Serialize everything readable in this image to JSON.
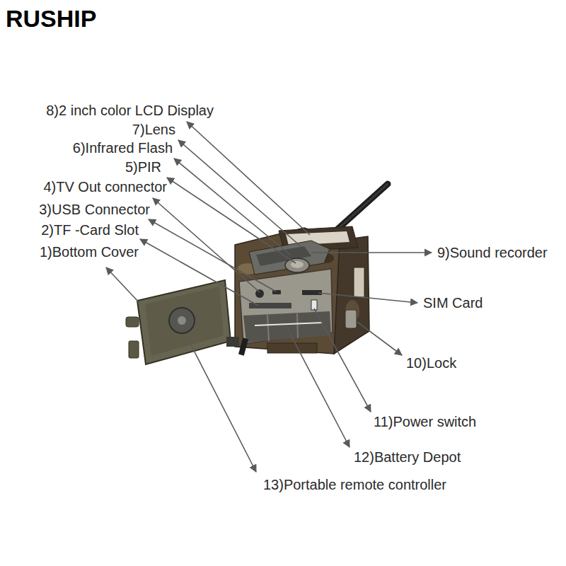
{
  "diagram": {
    "labels": [
      "RUSHIP",
      "8)2 inch color LCD Display",
      "7)Lens",
      "6)Infrared Flash",
      "5)PIR",
      "4)TV Out connector",
      "3)USB Connector",
      "2)TF -Card Slot",
      "1)Bottom Cover",
      "9)Sound recorder",
      "SIM Card",
      "10)Lock",
      "11)Power switch",
      "12)Battery Depot",
      "13)Portable remote controller"
    ]
  }
}
